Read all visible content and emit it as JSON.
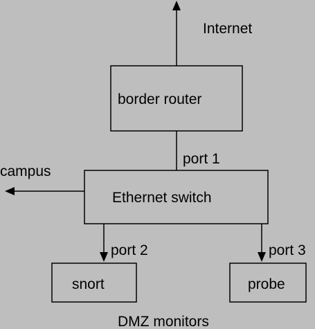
{
  "diagram": {
    "internet_label": "Internet",
    "border_router_label": "border router",
    "port1_label": "port 1",
    "campus_label": "campus",
    "switch_label": "Ethernet switch",
    "port2_label": "port 2",
    "port3_label": "port 3",
    "snort_label": "snort",
    "probe_label": "probe",
    "footer_label": "DMZ monitors"
  },
  "colors": {
    "background": "#bebebe",
    "stroke": "#000000"
  }
}
